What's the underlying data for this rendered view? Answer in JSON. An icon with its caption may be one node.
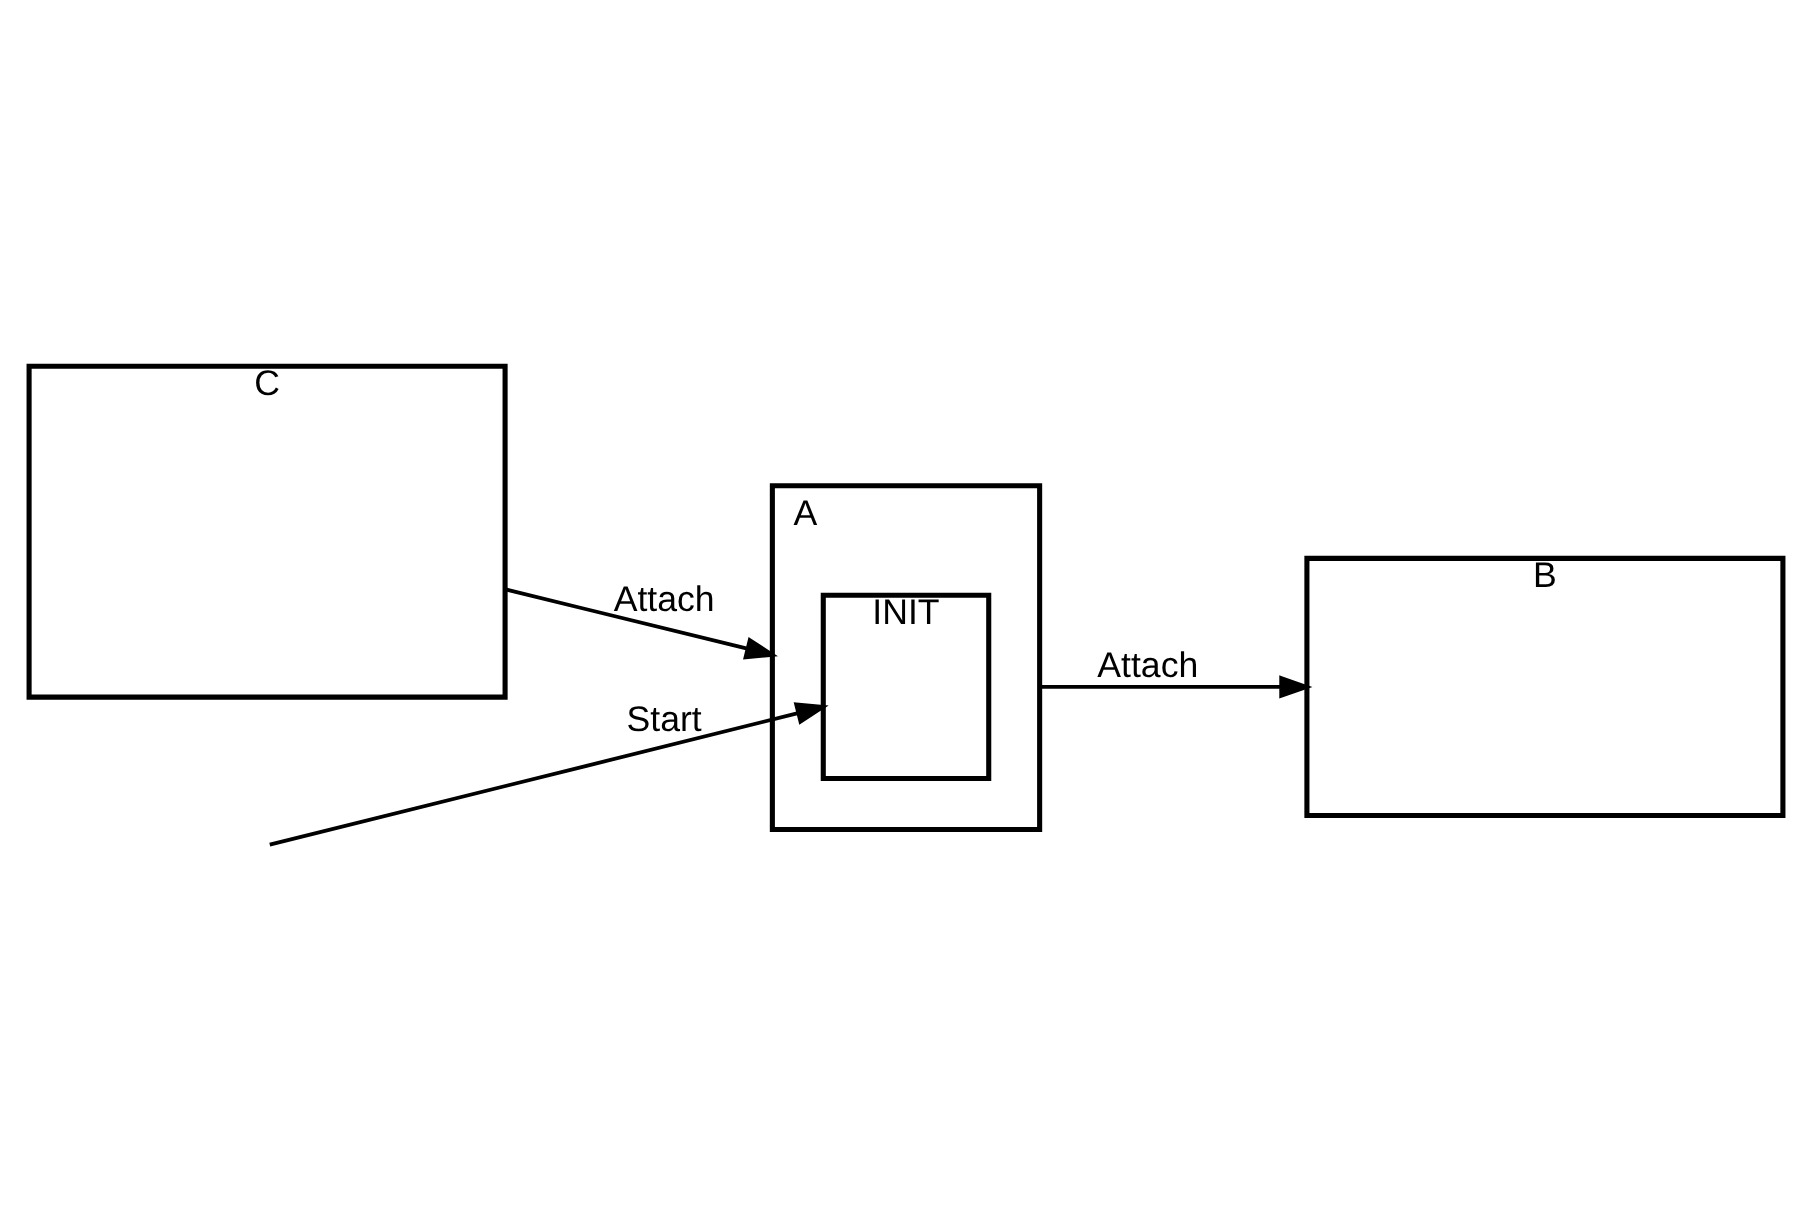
{
  "diagram": {
    "nodes": [
      {
        "text": [
          "A"
        ]
      },
      {
        "text": [
          "INIT"
        ],
        "in": 0
      },
      {
        "text": [
          "B"
        ]
      },
      {
        "text": [
          "C"
        ]
      }
    ],
    "edges": [
      {
        "from": null,
        "to": 1,
        "arrow": "to",
        "label": "Start"
      },
      {
        "from": 0,
        "to": 2,
        "arrow": "to",
        "label": "Attach"
      },
      {
        "from": 3,
        "to": 0,
        "arrow": "to",
        "label": "Attach"
      }
    ]
  }
}
